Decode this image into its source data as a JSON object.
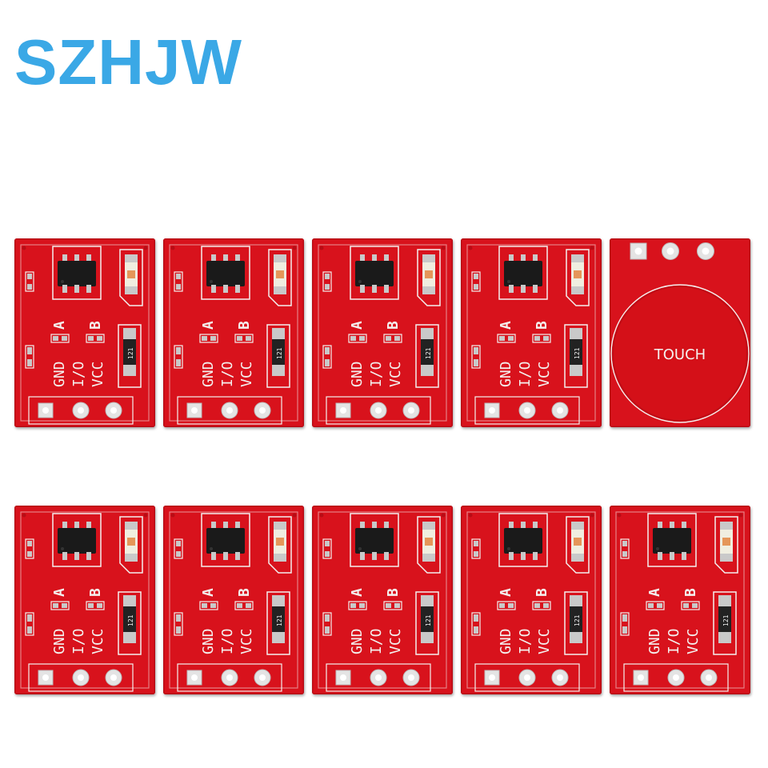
{
  "brand": {
    "name": "SZHJW"
  },
  "colors": {
    "brand": "#3aa8e6",
    "pcb": "#d8121c",
    "pcb_dark": "#b80c15",
    "silkscreen": "#f4f0ee",
    "solder": "#c9c9c9",
    "chip": "#1a1a1a"
  },
  "board_labels": {
    "gnd": "GND",
    "io": "I/O",
    "vcc": "VCC",
    "jumper_a": "A",
    "jumper_b": "B",
    "resistor": "121",
    "touch_pad": "TOUCH"
  },
  "boards": {
    "row_top_count": 5,
    "row_bottom_count": 5,
    "top_row_back_side_index": 4
  }
}
